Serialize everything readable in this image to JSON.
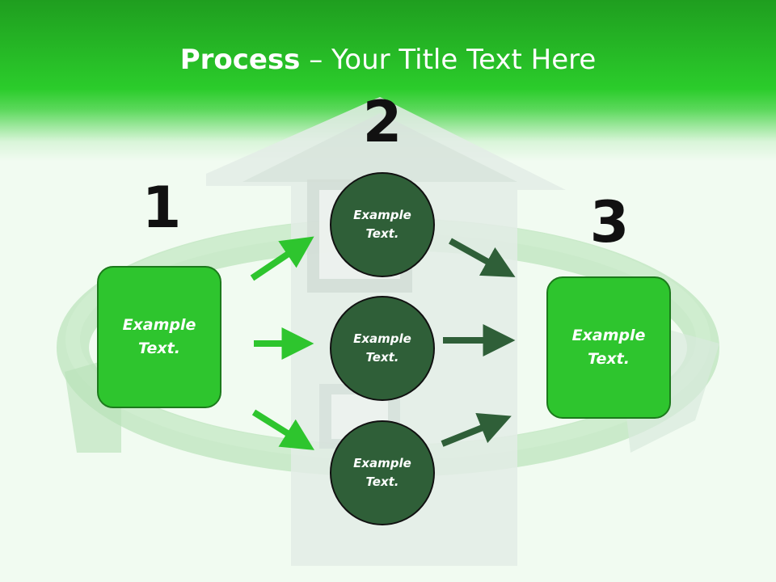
{
  "title": {
    "bold": "Process",
    "rest": " – Your Title Text Here"
  },
  "steps": [
    {
      "number": "1",
      "text": "Example\nText."
    },
    {
      "number": "2"
    },
    {
      "number": "3",
      "text": "Example\nText."
    }
  ],
  "circles": [
    {
      "text": "Example\nText."
    },
    {
      "text": "Example\nText."
    },
    {
      "text": "Example\nText."
    }
  ],
  "colors": {
    "header_green": "#2bcc2b",
    "box_green": "#2ec52e",
    "circle_green": "#2f5f38",
    "arrow_bright": "#2ec52e",
    "arrow_dark": "#2f5f38"
  }
}
